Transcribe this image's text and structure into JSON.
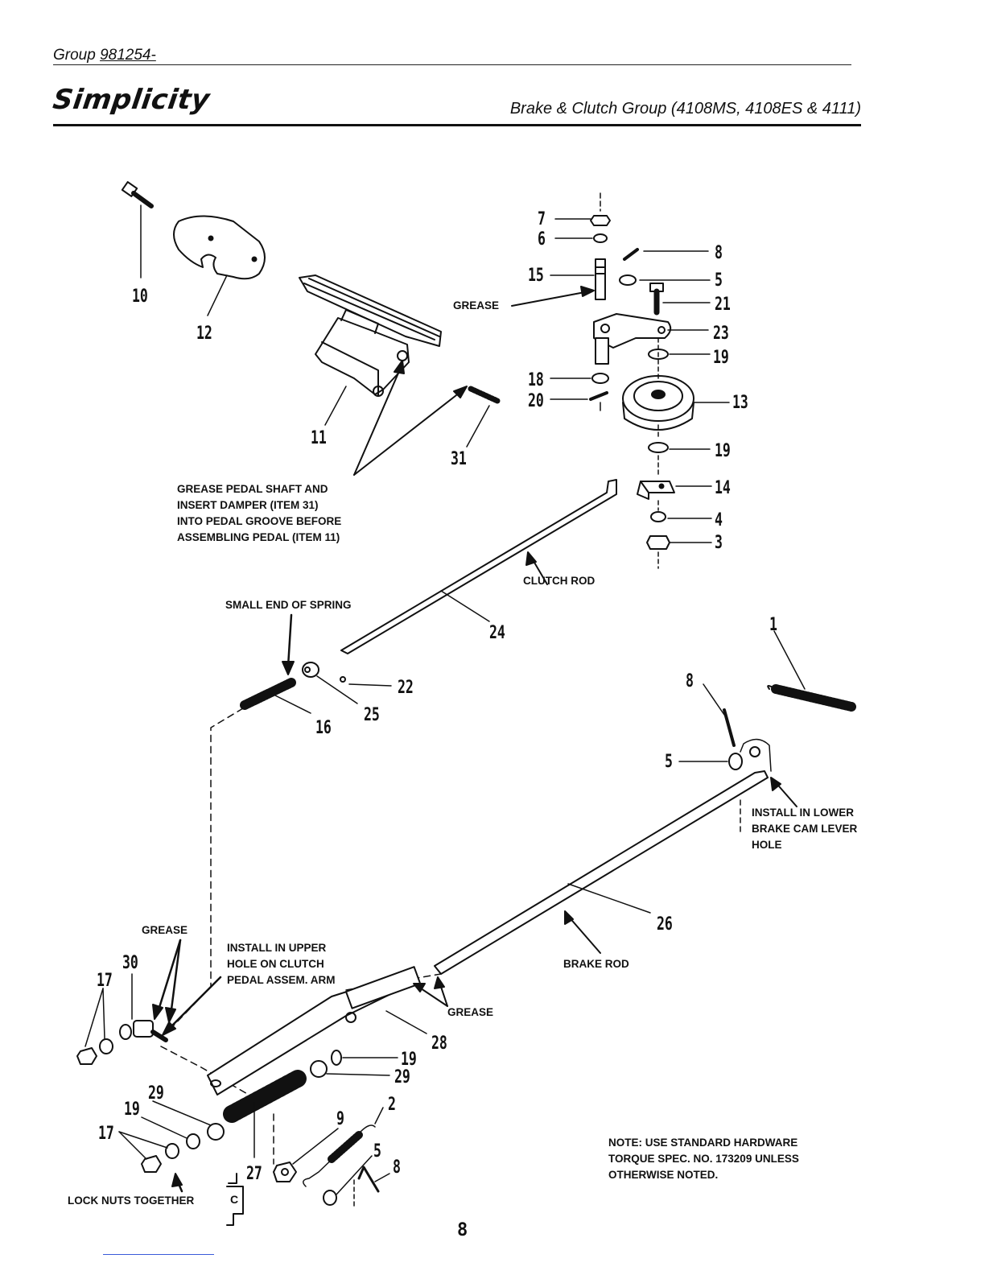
{
  "header": {
    "group_label": "Group",
    "group_number": "981254-",
    "brand": "Simplicity",
    "title": "Brake & Clutch Group (4108MS, 4108ES & 4111)"
  },
  "callouts": {
    "grease_top": "GREASE",
    "grease_pedal": "GREASE PEDAL SHAFT AND\nINSERT DAMPER (ITEM 31)\nINTO PEDAL GROOVE BEFORE\nASSEMBLING PEDAL (ITEM 11)",
    "clutch_rod": "CLUTCH ROD",
    "small_end": "SMALL END OF SPRING",
    "install_lower": "INSTALL IN LOWER\nBRAKE CAM LEVER\nHOLE",
    "grease_left": "GREASE",
    "install_upper": "INSTALL IN UPPER\nHOLE ON CLUTCH\nPEDAL ASSEM. ARM",
    "brake_rod": "BRAKE ROD",
    "grease_mid": "GREASE",
    "lock_nuts": "LOCK NUTS TOGETHER",
    "note": "NOTE:  USE STANDARD HARDWARE\nTORQUE SPEC. NO. 173209 UNLESS\nOTHERWISE NOTED.",
    "box_letter": "C"
  },
  "part_numbers": {
    "p10": "10",
    "p12": "12",
    "p11": "11",
    "p31": "31",
    "p7": "7",
    "p6": "6",
    "p15": "15",
    "p8a": "8",
    "p5a": "5",
    "p21": "21",
    "p23": "23",
    "p19a": "19",
    "p18": "18",
    "p20": "20",
    "p13": "13",
    "p19b": "19",
    "p14": "14",
    "p4": "4",
    "p3": "3",
    "p24": "24",
    "p22": "22",
    "p25": "25",
    "p16": "16",
    "p1": "1",
    "p8b": "8",
    "p5b": "5",
    "p26": "26",
    "p30": "30",
    "p17a": "17",
    "p28": "28",
    "p19c": "19",
    "p29a": "29",
    "p29b": "29",
    "p19d": "19",
    "p17b": "17",
    "p9": "9",
    "p2": "2",
    "p5c": "5",
    "p8c": "8",
    "p27": "27"
  },
  "page": {
    "number": "8"
  }
}
